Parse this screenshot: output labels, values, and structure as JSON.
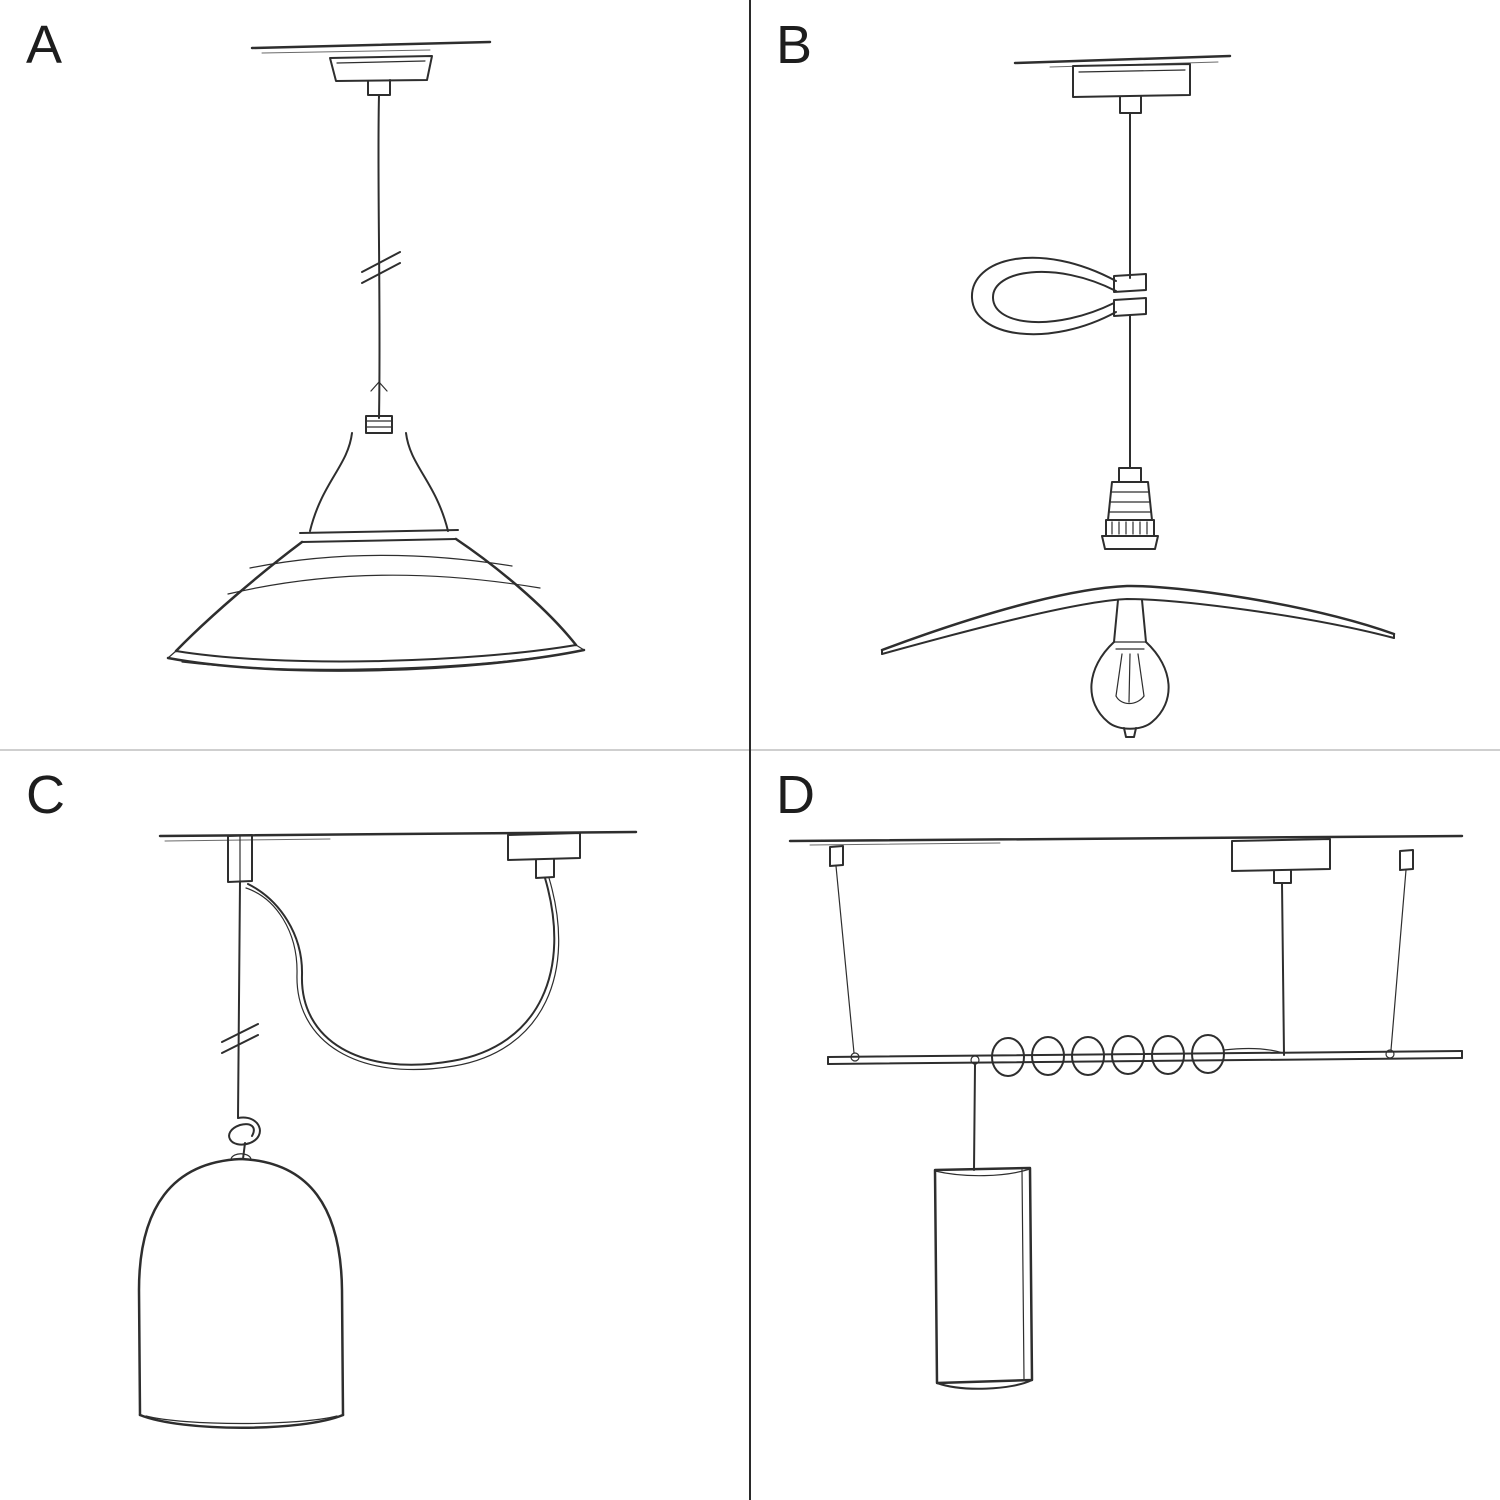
{
  "colors": {
    "background": "#ffffff",
    "sketch_line": "#2e2e2e",
    "vertical_divider": "#2a2a2a",
    "horizontal_divider": "#cfcfcf",
    "label_text": "#1d1d1d"
  },
  "panels": [
    {
      "label": "A",
      "sketch": "pendant-industrial-shade-sketch"
    },
    {
      "label": "B",
      "sketch": "pendant-flat-shade-exposed-bulb-sketch"
    },
    {
      "label": "C",
      "sketch": "swag-pendant-bell-shade-sketch"
    },
    {
      "label": "D",
      "sketch": "bar-suspension-cylinder-shade-sketch"
    }
  ]
}
